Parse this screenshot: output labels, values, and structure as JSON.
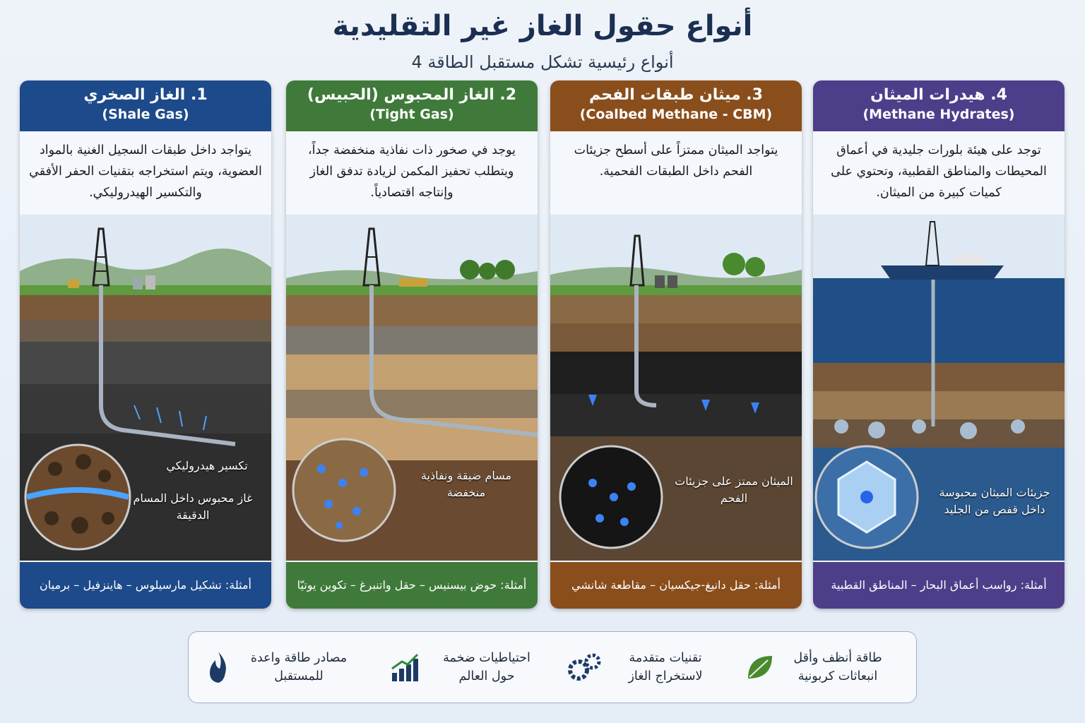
{
  "title": "أنواع حقول الغاز غير التقليدية",
  "subtitle": "4 أنواع رئيسية تشكل مستقبل الطاقة",
  "panels": [
    {
      "title": "4. هيدرات الميثان",
      "subtitle": "(Methane Hydrates)",
      "desc": "توجد على هيئة بلورات جليدية في أعماق المحيطات والمناطق القطبية، وتحتوي على كميات كبيرة من الميثان.",
      "callout": "جزيئات الميثان محبوسة داخل قفص من الجليد",
      "examples": "أمثلة: رواسب أعماق البحار – المناطق القطبية",
      "color": "#4e3e8a"
    },
    {
      "title": "3. ميثان طبقات الفحم",
      "subtitle": "(Coalbed Methane - CBM)",
      "desc": "يتواجد الميثان ممتزاً على أسطح جزيئات الفحم داخل الطبقات الفحمية.",
      "callout": "الميثان ممتز على جزيئات الفحم",
      "examples": "أمثلة: حقل دانيغ-جيكسيان – مقاطعة شانشي",
      "color": "#8a4e1c"
    },
    {
      "title": "2. الغاز المحبوس (الحبيس)",
      "subtitle": "(Tight Gas)",
      "desc": "يوجد في صخور ذات نفاذية منخفضة جداً، ويتطلب تحفيز المكمن لزيادة تدفق الغاز وإنتاجه اقتصادياً.",
      "callout": "مسام ضيقة ونفاذية منخفضة",
      "examples": "أمثلة: حوض بيسنيس – حقل واتنبرغ – تكوين يوتيّا",
      "color": "#3f7a3a"
    },
    {
      "title": "1. الغاز الصخري",
      "subtitle": "(Shale Gas)",
      "desc": "يتواجد داخل طبقات السجيل الغنية بالمواد العضوية، ويتم استخراجه بتقنيات الحفر الأفقي والتكسير الهيدروليكي.",
      "callout": "تكسير هيدروليكي",
      "callout2": "غاز محبوس داخل المسام الدقيقة",
      "examples": "أمثلة: تشكيل مارسيلوس – هاينزفيل – برميان",
      "color": "#1d4a8a"
    }
  ],
  "features": [
    {
      "label": "طاقة أنظف وأقل انبعاثات كربونية",
      "icon": "leaf-icon"
    },
    {
      "label": "تقنيات متقدمة لاستخراج الغاز",
      "icon": "gears-icon"
    },
    {
      "label": "احتياطيات ضخمة حول العالم",
      "icon": "growth-chart-icon"
    },
    {
      "label": "مصادر طاقة واعدة للمستقبل",
      "icon": "flame-icon"
    }
  ]
}
